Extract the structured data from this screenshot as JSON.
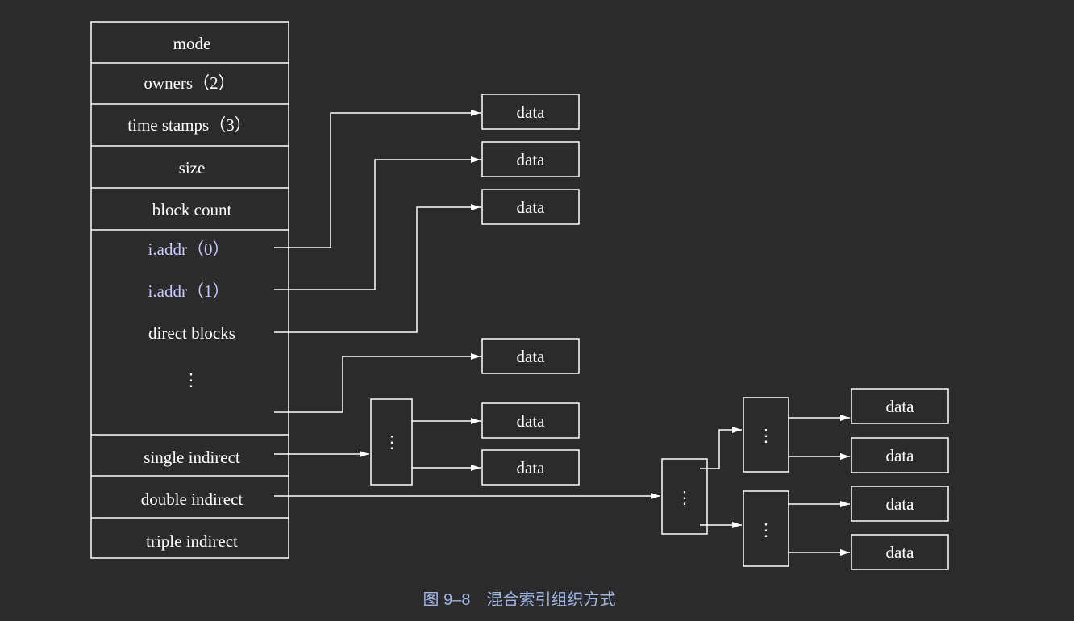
{
  "colors": {
    "background": "#2b2b2b",
    "stroke": "#ffffff",
    "text": "#ffffff",
    "addr_text": "#c8c8ff",
    "caption_text": "#9fb6e8"
  },
  "inode": {
    "mode": "mode",
    "owners": "owners（2）",
    "time_stamps": "time stamps（3）",
    "size": "size",
    "block_count": "block count",
    "addr0": "i.addr（0）",
    "addr1": "i.addr（1）",
    "direct_blocks": "direct blocks",
    "ellipsis": "⋮",
    "single_indirect": "single indirect",
    "double_indirect": "double indirect",
    "triple_indirect": "triple indirect"
  },
  "data_label": "data",
  "index_label": "⋮",
  "caption": "图 9–8　混合索引组织方式"
}
